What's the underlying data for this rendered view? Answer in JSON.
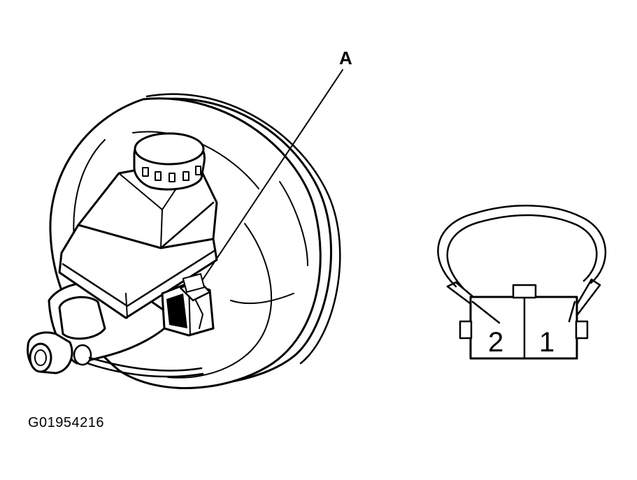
{
  "callout_label": "A",
  "connector": {
    "terminal_left": "2",
    "terminal_right": "1"
  },
  "figure_id": "G01954216"
}
